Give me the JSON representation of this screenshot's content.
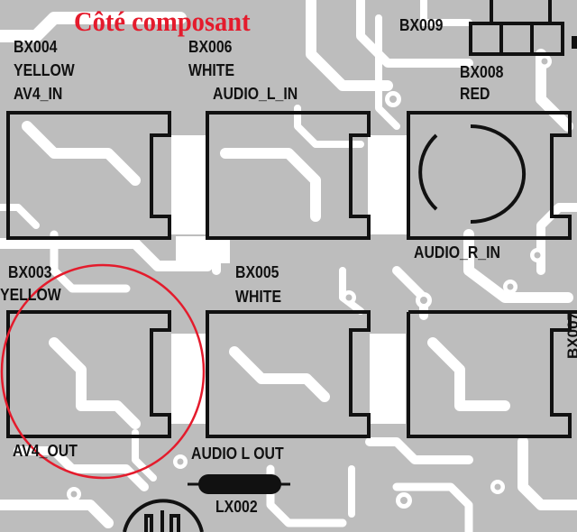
{
  "title": "Côté composant",
  "colors": {
    "board": "#bdbdbd",
    "trace": "#ffffff",
    "outline": "#111111",
    "title": "#e41b2c",
    "highlight": "#e41b2c"
  },
  "labels": {
    "bx004": "BX004",
    "bx004_color": "YELLOW",
    "bx004_signal": "AV4_IN",
    "bx006": "BX006",
    "bx006_color": "WHITE",
    "bx006_signal": "AUDIO_L_IN",
    "bx009": "BX009",
    "bx008": "BX008",
    "bx008_color": "RED",
    "bx008_signal": "AUDIO_R_IN",
    "bx003": "BX003",
    "bx003_color": "YELLOW",
    "bx003_signal": "AV4_OUT",
    "bx005": "BX005",
    "bx005_color": "WHITE",
    "bx005_signal": "AUDIO L OUT",
    "bx007": "BX007",
    "lx002": "LX002"
  }
}
